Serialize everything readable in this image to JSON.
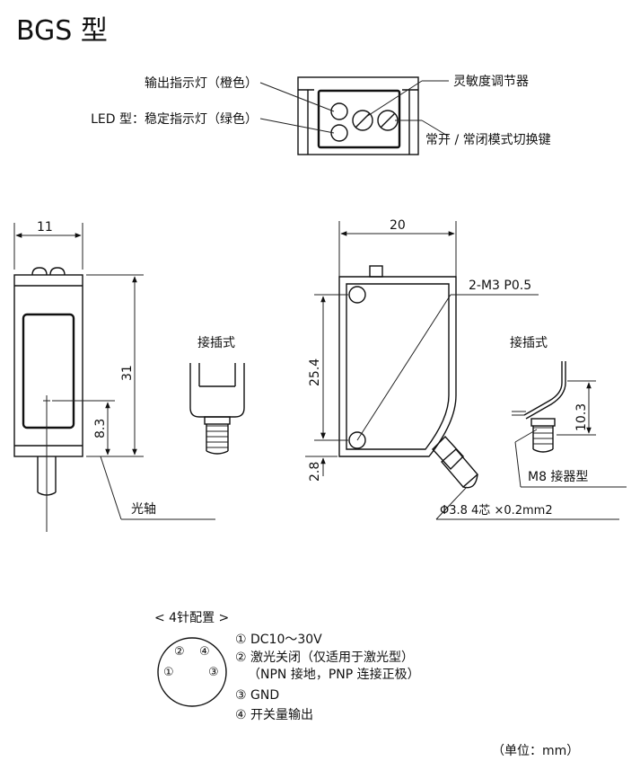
{
  "title": "BGS 型",
  "top_view": {
    "label_output_led": "输出指示灯（橙色）",
    "label_stable_led": "LED 型：稳定指示灯（绿色）",
    "label_sensitivity": "灵敏度调节器",
    "label_mode_switch": "常开 / 常闭模式切换键"
  },
  "front_view": {
    "dim_width": "11",
    "dim_height": "31",
    "dim_axis": "8.3",
    "label_axis": "光轴"
  },
  "connector_left": {
    "label": "接插式"
  },
  "side_view": {
    "dim_width": "20",
    "dim_height": "25.4",
    "dim_bottom": "2.8",
    "label_mount": "2-M3 P0.5",
    "label_cable": "Φ3.8 4芯 ×0.2mm2"
  },
  "connector_right": {
    "label": "接插式",
    "dim_height": "10.3",
    "label_type": "M8 接器型"
  },
  "pin_config": {
    "title": "<  4针配置  >",
    "pins": [
      "①",
      "②",
      "③",
      "④"
    ],
    "lines": [
      "① DC10～30V",
      "② 激光关闭（仅适用于激光型）",
      "（NPN 接地，PNP 连接正极）",
      "③ GND",
      "④ 开关量输出"
    ]
  },
  "unit": "（单位：mm）"
}
